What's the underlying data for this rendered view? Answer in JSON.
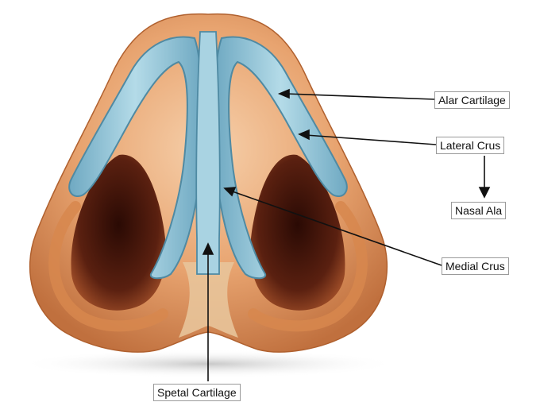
{
  "labels": {
    "alar_cartilage": "Alar Cartilage",
    "lateral_crus": "Lateral Crus",
    "nasal_ala": "Nasal Ala",
    "medial_crus": "Medial Crus",
    "spetal_cartilage": "Spetal Cartilage"
  },
  "colors": {
    "skin_light": "#f3c49a",
    "skin_mid": "#d98a52",
    "skin_dark": "#a0522d",
    "nostril": "#4a1a0c",
    "cartilage": "#8ec2d6",
    "cartilage_edge": "#4f8aa3",
    "leader_line": "#111111"
  }
}
